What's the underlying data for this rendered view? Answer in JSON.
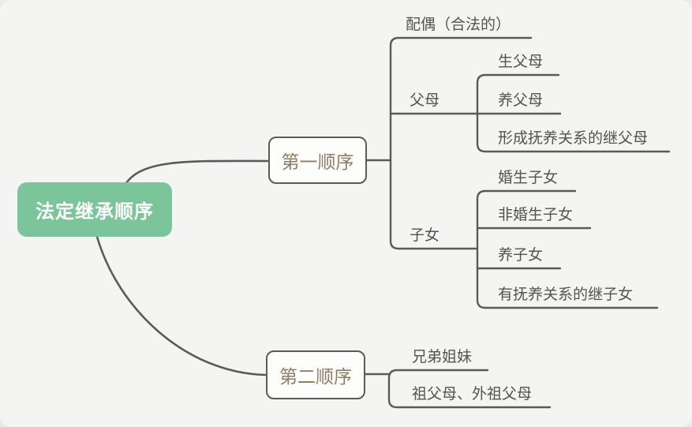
{
  "colors": {
    "background": "#f4f4f2",
    "line": "#585a5c",
    "root_bg": "#7cc49a",
    "root_text": "#ffffff",
    "branch_text": "#8f7e66",
    "leaf_text": "#515355",
    "node_bg": "#fdfdfc"
  },
  "mindmap": {
    "root": {
      "label": "法定继承顺序"
    },
    "first_order": {
      "label": "第一顺序",
      "spouse": {
        "label": "配偶（合法的）"
      },
      "parents": {
        "label": "父母",
        "children": {
          "biological": {
            "label": "生父母"
          },
          "adoptive": {
            "label": "养父母"
          },
          "step": {
            "label": "形成抚养关系的继父母"
          }
        }
      },
      "offspring": {
        "label": "子女",
        "children": {
          "marital": {
            "label": "婚生子女"
          },
          "non_marital": {
            "label": "非婚生子女"
          },
          "adopted": {
            "label": "养子女"
          },
          "step": {
            "label": "有抚养关系的继子女"
          }
        }
      }
    },
    "second_order": {
      "label": "第二顺序",
      "siblings": {
        "label": "兄弟姐妹"
      },
      "grandparents": {
        "label": "祖父母、外祖父母"
      }
    }
  }
}
